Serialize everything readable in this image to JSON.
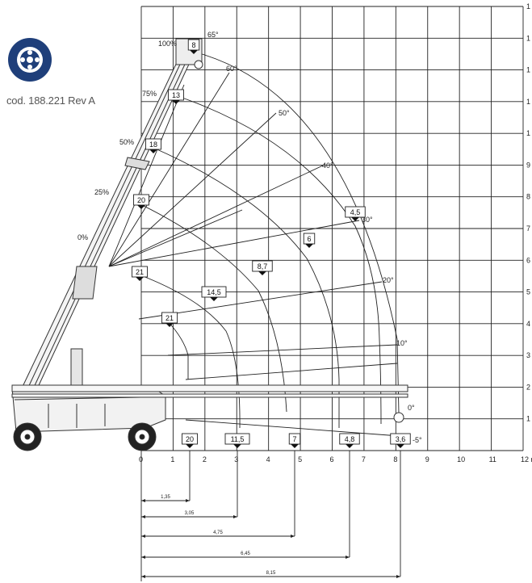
{
  "document": {
    "code": "cod. 188.221 Rev A",
    "logo_icon": "wheel-icon",
    "logo_color": "#1f3f7a"
  },
  "axes": {
    "x_ticks": [
      "0",
      "1",
      "2",
      "3",
      "4",
      "5",
      "6",
      "7",
      "8",
      "9",
      "10",
      "11",
      "12 r"
    ],
    "y_ticks": [
      "1",
      "2",
      "3",
      "4",
      "5",
      "6",
      "7",
      "8",
      "9",
      "1",
      "1",
      "1",
      "1",
      "1"
    ]
  },
  "boom_extension_labels": [
    "100%",
    "75%",
    "50%",
    "25%",
    "0%"
  ],
  "angle_labels": [
    "65°",
    "60°",
    "50°",
    "40°",
    "30°",
    "20°",
    "10°",
    "0°",
    "-5°"
  ],
  "load_labels": [
    {
      "text": "8"
    },
    {
      "text": "13"
    },
    {
      "text": "18"
    },
    {
      "text": "20"
    },
    {
      "text": "21"
    },
    {
      "text": "21"
    },
    {
      "text": "14,5"
    },
    {
      "text": "8,7"
    },
    {
      "text": "6"
    },
    {
      "text": "4,5"
    },
    {
      "text": "20"
    },
    {
      "text": "11,5"
    },
    {
      "text": "7"
    },
    {
      "text": "4,8"
    },
    {
      "text": "3,6"
    }
  ],
  "dimensions": [
    "1,35",
    "3,05",
    "4,75",
    "6,45",
    "8,15"
  ]
}
